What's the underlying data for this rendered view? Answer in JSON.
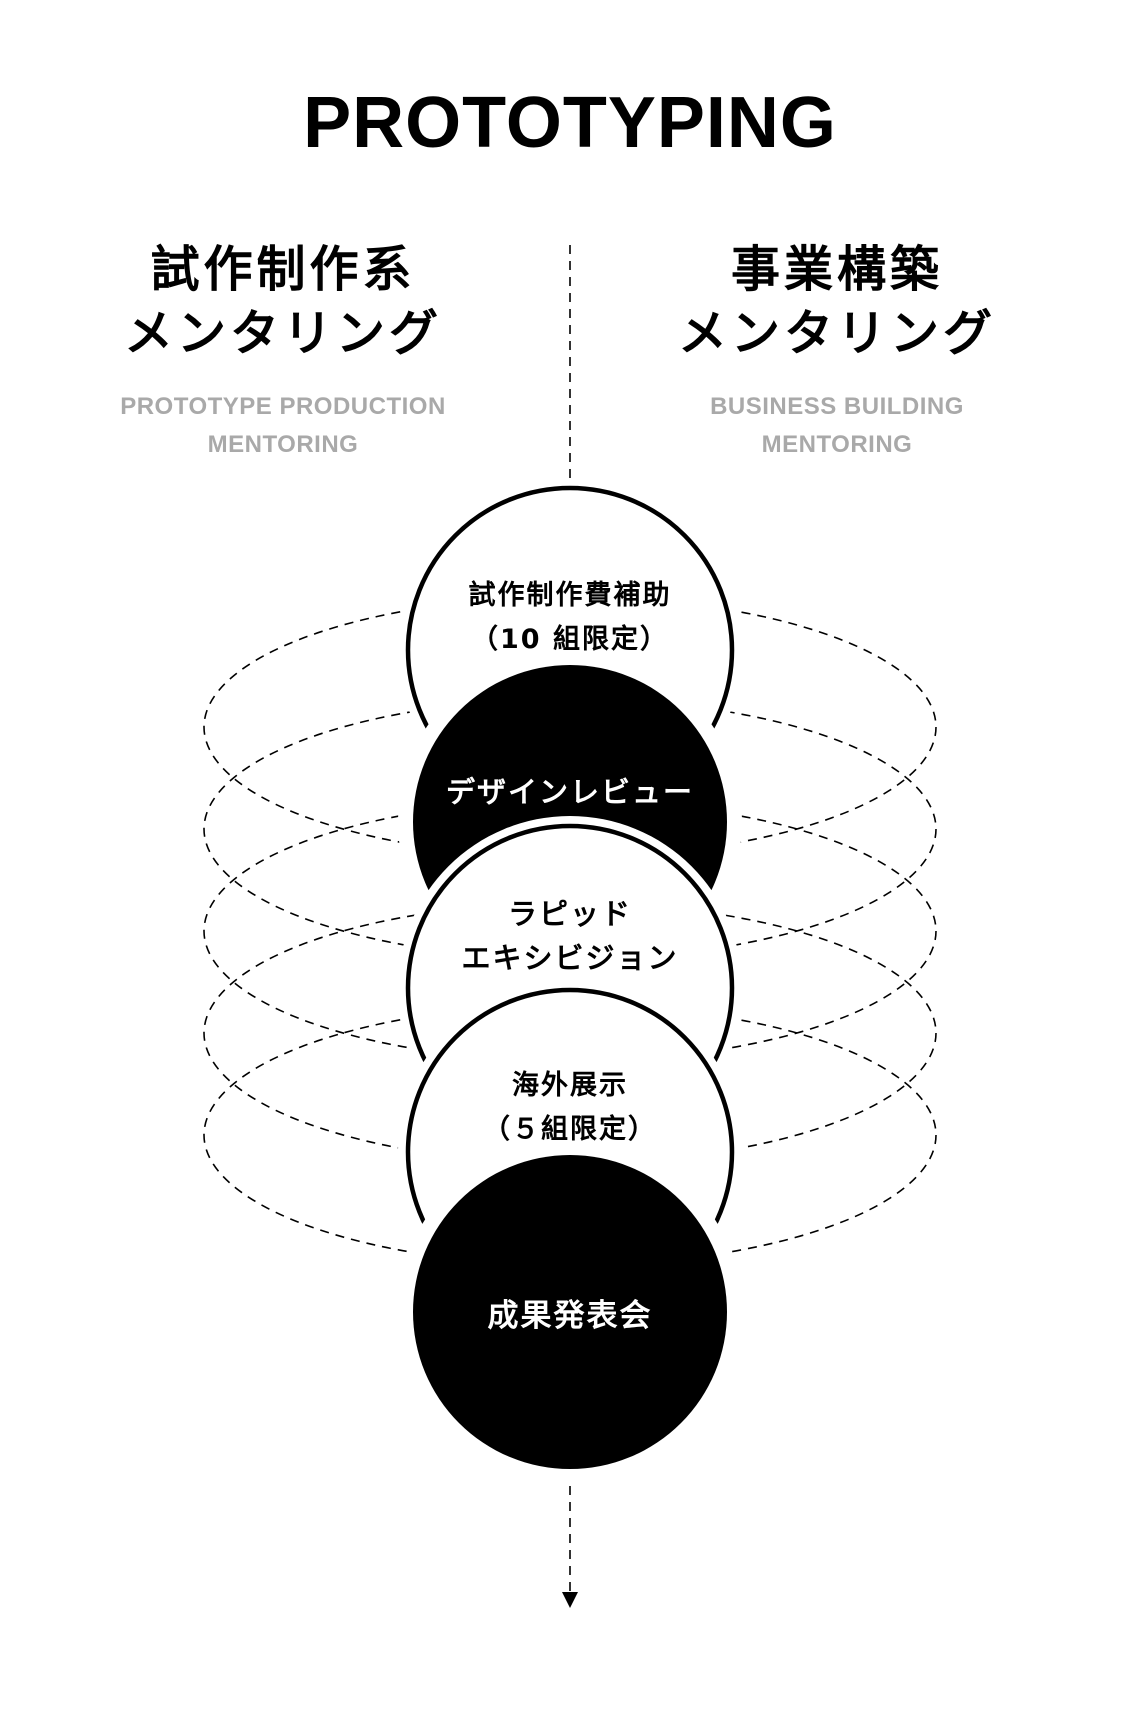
{
  "title": "PROTOTYPING",
  "left_column": {
    "jp_line1": "試作制作系",
    "jp_line2": "メンタリング",
    "en_line1": "PROTOTYPE PRODUCTION",
    "en_line2": "MENTORING"
  },
  "right_column": {
    "jp_line1": "事業構築",
    "jp_line2": "メンタリング",
    "en_line1": "BUSINESS BUILDING",
    "en_line2": "MENTORING"
  },
  "steps": [
    {
      "line1": "試作制作費補助",
      "line2": "（10 組限定）",
      "fill": "white"
    },
    {
      "line1": "デザインレビュー",
      "line2": "",
      "fill": "black"
    },
    {
      "line1": "ラピッド",
      "line2": "エキシビジョン",
      "fill": "white"
    },
    {
      "line1": "海外展示",
      "line2": "（５組限定）",
      "fill": "white"
    },
    {
      "line1": "成果発表会",
      "line2": "",
      "fill": "black"
    }
  ]
}
